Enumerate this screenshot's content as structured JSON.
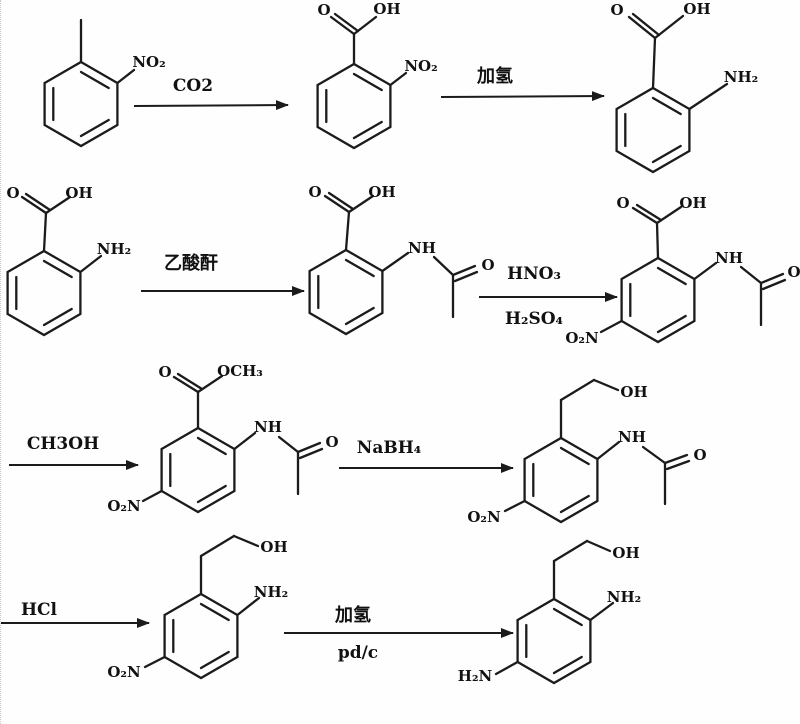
{
  "structures": [
    {
      "labels": {
        "no2": "NO₂"
      }
    },
    {
      "labels": {
        "o": "O",
        "oh": "OH",
        "no2": "NO₂"
      }
    },
    {
      "labels": {
        "o": "O",
        "oh": "OH",
        "nh2": "NH₂"
      }
    },
    {
      "labels": {
        "o": "O",
        "oh": "OH",
        "nh2": "NH₂"
      }
    },
    {
      "labels": {
        "o": "O",
        "oh": "OH",
        "nh": "NH",
        "acetyl_o": "O"
      }
    },
    {
      "labels": {
        "o": "O",
        "oh": "OH",
        "nh": "NH",
        "acetyl_o": "O",
        "o2n": "O₂N"
      }
    },
    {
      "labels": {
        "o": "O",
        "och3": "OCH₃",
        "nh": "NH",
        "acetyl_o": "O",
        "o2n": "O₂N"
      }
    },
    {
      "labels": {
        "oh": "OH",
        "nh": "NH",
        "acetyl_o": "O",
        "o2n": "O₂N"
      }
    },
    {
      "labels": {
        "oh": "OH",
        "nh2": "NH₂",
        "o2n": "O₂N"
      }
    },
    {
      "labels": {
        "oh": "OH",
        "nh2": "NH₂",
        "h2n": "H₂N"
      }
    }
  ],
  "arrows": [
    {
      "reagent": "CO2"
    },
    {
      "reagent": "加氢"
    },
    {
      "reagent": "乙酸酐"
    },
    {
      "reagent_above": "HNO₃",
      "reagent_below": "H₂SO₄"
    },
    {
      "reagent": "CH3OH"
    },
    {
      "reagent": "NaBH₄"
    },
    {
      "reagent": "HCl"
    },
    {
      "reagent_above": "加氢",
      "reagent_below": "pd/c"
    }
  ]
}
